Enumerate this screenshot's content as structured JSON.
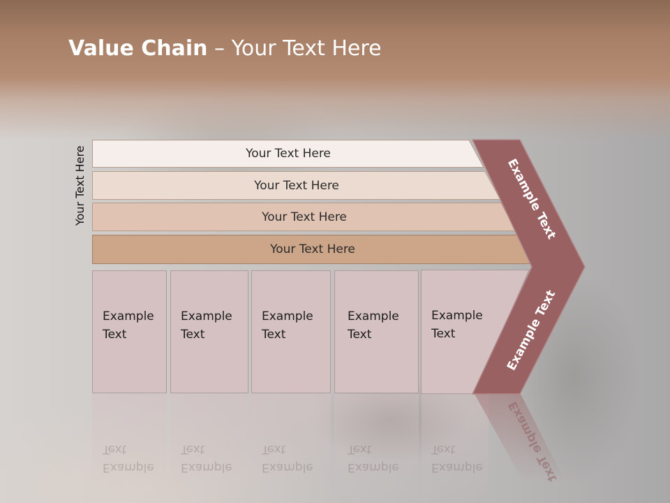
{
  "slide": {
    "title_bold": "Value Chain",
    "title_rest": " – Your Text Here",
    "vertical_label": "Your Text Here",
    "bars": [
      {
        "label": "Your Text Here",
        "color": "#f5eeea"
      },
      {
        "label": "Your Text Here",
        "color": "#ebdbd0"
      },
      {
        "label": "Your Text Here",
        "color": "#e1c3b3"
      },
      {
        "label": "Your Text Here",
        "color": "#cda68a"
      }
    ],
    "boxes": [
      {
        "label": "Example Text"
      },
      {
        "label": "Example Text"
      },
      {
        "label": "Example Text"
      },
      {
        "label": "Example Text"
      },
      {
        "label": "Example Text"
      }
    ],
    "chevron": {
      "upper_label": "Example Text",
      "lower_label": "Example Text",
      "color": "#9a6163"
    }
  }
}
